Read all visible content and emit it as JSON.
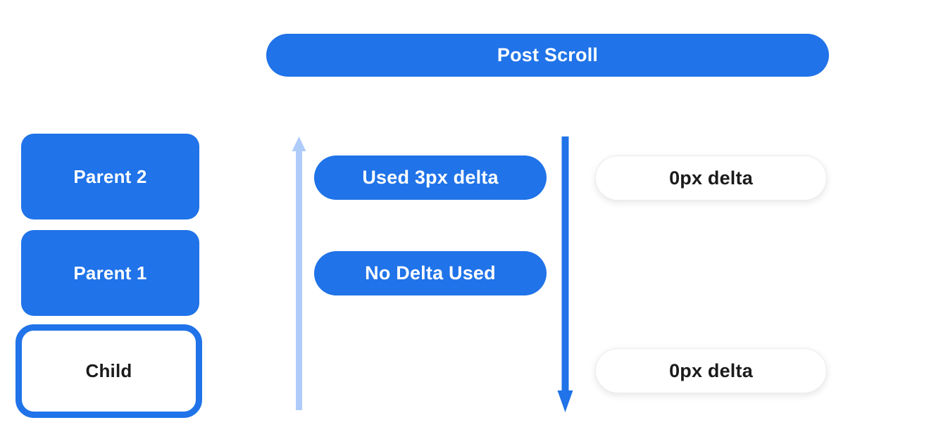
{
  "colors": {
    "primary-blue": "#2073e8",
    "light-blue": "#aecbfa",
    "dark-text": "#1b1b1b",
    "pill-border": "#ececec",
    "background": "#ffffff"
  },
  "header": {
    "title": "Post Scroll"
  },
  "scroll_stack": {
    "boxes": [
      {
        "label": "Parent 2",
        "style": "filled"
      },
      {
        "label": "Parent 1",
        "style": "filled"
      },
      {
        "label": "Child",
        "style": "outlined"
      }
    ]
  },
  "deltas": {
    "applied": [
      {
        "label": "Used 3px delta"
      },
      {
        "label": "No Delta Used"
      }
    ],
    "reported": [
      {
        "label": "0px delta"
      },
      {
        "label": "0px delta"
      }
    ]
  },
  "icons": {
    "up_arrow": "up-arrow-icon",
    "down_arrow": "down-arrow-icon"
  }
}
